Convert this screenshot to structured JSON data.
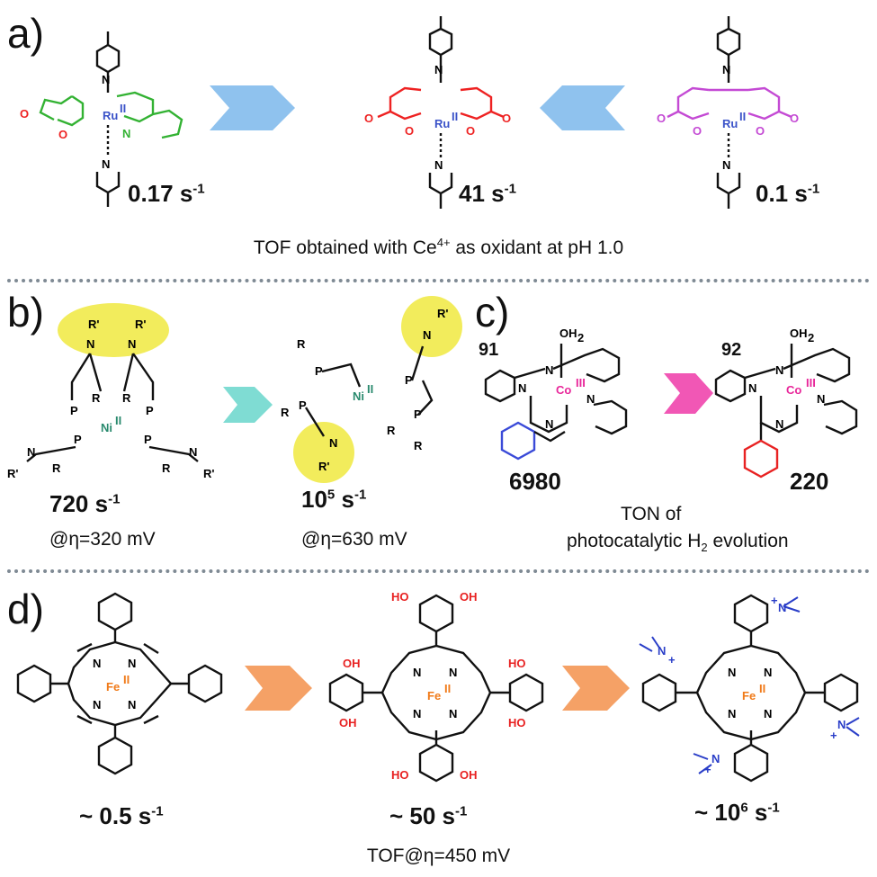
{
  "panels": {
    "a": {
      "label": "a)",
      "rates": [
        "0.17 s",
        "41 s",
        "0.1 s"
      ],
      "rate_exp": "-1",
      "metal": "Ru",
      "metal_ox": "II",
      "caption_pre": "TOF obtained with Ce",
      "caption_sup": "4+",
      "caption_post": " as oxidant at pH 1.0",
      "colors": {
        "complex1": "#33b233",
        "complex2": "#ee2222",
        "complex3": "#c44ad4",
        "metal": "#3a52c8",
        "arrow": "#6aaee8"
      }
    },
    "b": {
      "label": "b)",
      "rate1": "720 s",
      "rate1_exp": "-1",
      "cond1": "@η=320 mV",
      "rate2_base": "10",
      "rate2_sup": "5",
      "rate2_unit": " s",
      "rate2_exp": "-1",
      "cond2": "@η=630 mV",
      "metal": "Ni",
      "metal_ox": "II",
      "colors": {
        "highlight": "#f2ec5c",
        "metal": "#2a8a6e",
        "arrow": "#5fd3c8"
      }
    },
    "c": {
      "label": "c)",
      "compound1": "91",
      "compound2": "92",
      "ton1": "6980",
      "ton2": "220",
      "metal": "Co",
      "metal_ox": "III",
      "caption_line1": "TON of",
      "caption_line2_pre": "photocatalytic H",
      "caption_line2_sub": "2",
      "caption_line2_post": " evolution",
      "colors": {
        "metal": "#e8279a",
        "ring1": "#3a4ad8",
        "ring2": "#e82222",
        "arrow": "#ee3aa8"
      }
    },
    "d": {
      "label": "d)",
      "rates": [
        "~ 0.5 s",
        "~ 50 s",
        "~ 10"
      ],
      "rate3_sup": "6",
      "rate3_unit": " s",
      "rate_exp": "-1",
      "metal": "Fe",
      "metal_ox": "II",
      "caption": "TOF@η=450 mV",
      "colors": {
        "metal": "#f07a18",
        "oh": "#e82222",
        "nme3": "#2a3ec8",
        "arrow": "#f28a40"
      }
    }
  }
}
